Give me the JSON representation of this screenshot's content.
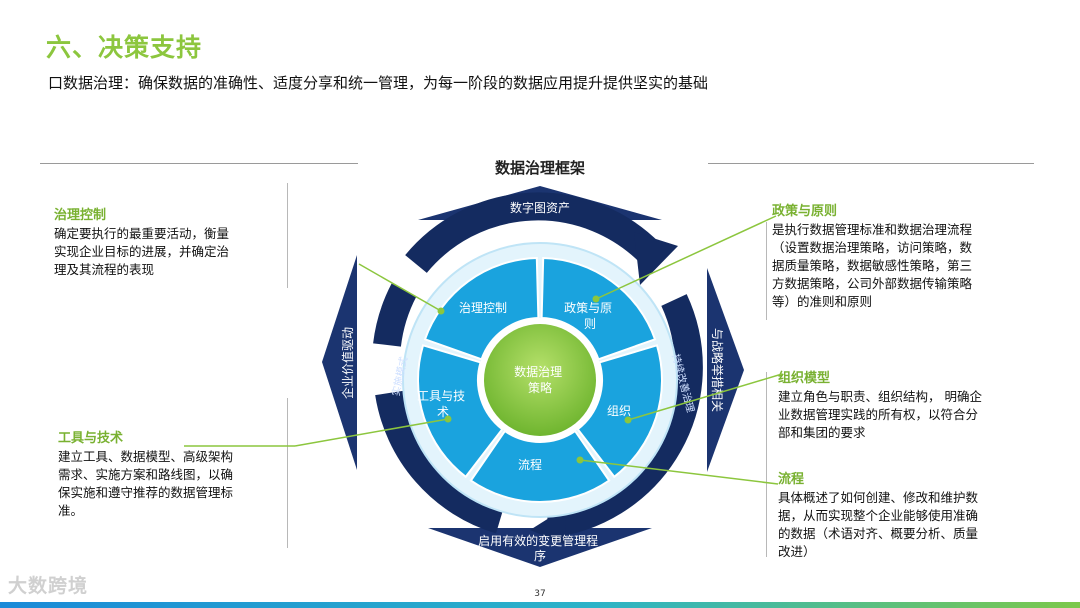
{
  "slide": {
    "title": "六、决策支持",
    "subtitle": "口数据治理：确保数据的准确性、适度分享和统一管理，为每一阶段的数据应用提升提供坚实的基础",
    "frame_title": "数据治理框架",
    "page_number": "37",
    "watermark": "大数跨境"
  },
  "diagram": {
    "center": "数据治理策略",
    "segments": [
      "治理控制",
      "政策与原则",
      "组织",
      "流程",
      "工具与技术"
    ],
    "arrows": {
      "top": "数字图资产",
      "bottom": "启用有效的变更管理程序",
      "left": "企业价值驱动",
      "right": "与战略举措相关"
    },
    "ring_labels": {
      "left": "实施模式",
      "right": "持续改善治理"
    }
  },
  "annotations": {
    "governance_control": {
      "title": "治理控制",
      "lines": [
        "确定要执行的最重要活动，衡量",
        "实现企业目标的进展，并确定治",
        "理及其流程的表现"
      ]
    },
    "tools_tech": {
      "title": "工具与技术",
      "lines": [
        "建立工具、数据模型、高级架构",
        "需求、实施方案和路线图，以确",
        "保实施和遵守推荐的数据管理标",
        "准。"
      ]
    },
    "policy": {
      "title": "政策与原则",
      "lines": [
        "是执行数据管理标准和数据治理流程",
        "（设置数据治理策略，访问策略，数",
        "据质量策略，数据敏感性策略，第三",
        "方数据策略，公司外部数据传输策略",
        "等）的准则和原则"
      ]
    },
    "org_model": {
      "title": "组织模型",
      "lines": [
        "建立角色与职责、组织结构，  明确企",
        "业数据管理实践的所有权，以符合分",
        "部和集团的要求"
      ]
    },
    "process": {
      "title": "流程",
      "lines": [
        "具体概述了如何创建、修改和维护数",
        "据，从而实现整个企业能够使用准确",
        "的数据（术语对齐、概要分析、质量",
        "改进）"
      ]
    }
  },
  "colors": {
    "accent_green": "#8cc63e",
    "navy": "#162a5c",
    "segment_blue": "#1aa3de",
    "light_blue": "#d6f0fb"
  }
}
